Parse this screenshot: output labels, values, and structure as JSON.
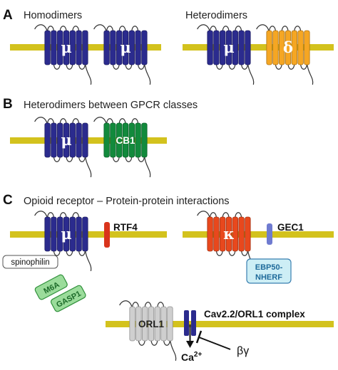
{
  "panels": {
    "a": {
      "letter": "A",
      "left_title": "Homodimers",
      "right_title": "Heterodimers",
      "receptors": [
        "μ",
        "μ",
        "μ",
        "δ"
      ]
    },
    "b": {
      "letter": "B",
      "title": "Heterodimers between GPCR classes",
      "receptors": [
        "μ",
        "CB1"
      ]
    },
    "c": {
      "letter": "C",
      "title": "Opioid receptor – Protein-protein interactions",
      "mu_symbol": "μ",
      "rtf4": "RTF4",
      "spinophilin": "spinophilin",
      "m6a": "M6A",
      "gasp1": "GASP1",
      "kappa_symbol": "κ",
      "gec1": "GEC1",
      "ebp50_line1": "EBP50-",
      "ebp50_line2": "NHERF",
      "orl1": "ORL1",
      "complex": "Cav2.2/ORL1 complex",
      "calcium_base": "Ca",
      "calcium_sup": "2+",
      "beta_gamma": "βγ"
    }
  },
  "colors": {
    "membrane": "#d3c21d",
    "mu": "#2b2b8e",
    "delta": "#f5a623",
    "cb1": "#128a3c",
    "kappa": "#e8481d",
    "orl1": "#cfcfcf",
    "rtf4": "#d9341c",
    "gec1": "#6f7bd0",
    "green_box_fill": "#9bdc9b",
    "green_box_stroke": "#2f8f3a",
    "blue_box_fill": "#cdeef5",
    "blue_box_stroke": "#3a7fb0"
  }
}
